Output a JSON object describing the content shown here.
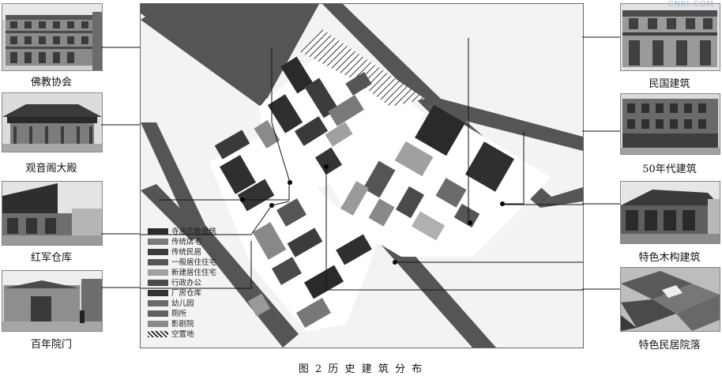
{
  "figure": {
    "caption": "图 2   历 史 建 筑 分 布",
    "watermark": "CNKI.COM"
  },
  "photos_left": [
    {
      "label": "佛教协会",
      "icon": "building-photo"
    },
    {
      "label": "观音阁大殿",
      "icon": "temple-photo"
    },
    {
      "label": "红军仓库",
      "icon": "warehouse-photo"
    },
    {
      "label": "百年院门",
      "icon": "gate-photo"
    }
  ],
  "photos_right": [
    {
      "label": "民国建筑",
      "icon": "building-photo"
    },
    {
      "label": "50年代建筑",
      "icon": "building-photo"
    },
    {
      "label": "特色木构建筑",
      "icon": "wooden-house-photo"
    },
    {
      "label": "特色民居院落",
      "icon": "roofs-photo"
    }
  ],
  "legend": {
    "items": [
      {
        "label": "寺庙宗教建筑",
        "color": "#2a2a2a",
        "pattern": "solid"
      },
      {
        "label": "传统店宅",
        "color": "#7a7a7a",
        "pattern": "solid"
      },
      {
        "label": "传统民居",
        "color": "#3c3c3c",
        "pattern": "solid"
      },
      {
        "label": "一般居住住宅",
        "color": "#555555",
        "pattern": "solid"
      },
      {
        "label": "新建居住住宅",
        "color": "#a0a0a0",
        "pattern": "solid"
      },
      {
        "label": "行政办公",
        "color": "#4a4a4a",
        "pattern": "solid"
      },
      {
        "label": "厂房仓库",
        "color": "#333333",
        "pattern": "solid"
      },
      {
        "label": "幼儿园",
        "color": "#6a6a6a",
        "pattern": "solid"
      },
      {
        "label": "厕所",
        "color": "#5e5e5e",
        "pattern": "solid"
      },
      {
        "label": "影剧院",
        "color": "#8a8a8a",
        "pattern": "solid"
      },
      {
        "label": "空置地",
        "color": "#333333",
        "pattern": "hatch"
      }
    ]
  },
  "colors": {
    "road": "#545454",
    "ground": "#f4f4f4",
    "block": "#ffffff"
  }
}
